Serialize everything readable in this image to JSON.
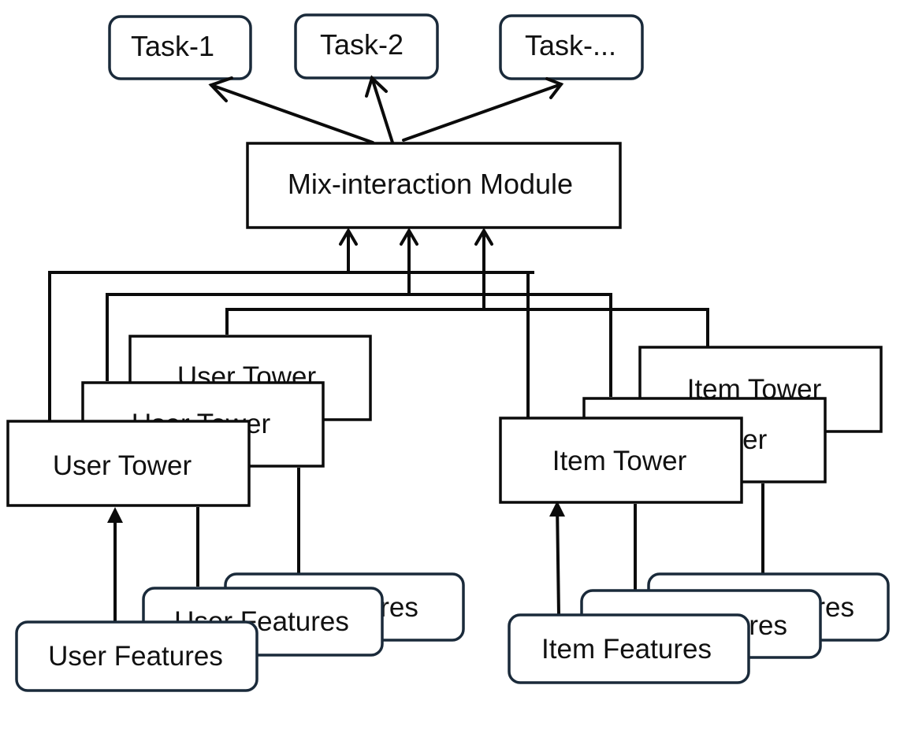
{
  "colors": {
    "stroke": "#0b0b0b",
    "task_border": "#1a2a3a",
    "background": "#ffffff"
  },
  "tasks": [
    {
      "label": "Task-1"
    },
    {
      "label": "Task-2"
    },
    {
      "label": "Task-..."
    }
  ],
  "mix_module": {
    "label": "Mix-interaction Module"
  },
  "user_towers": [
    {
      "label": "User Tower"
    },
    {
      "label": "User Tower"
    },
    {
      "label": "User Tower"
    }
  ],
  "item_towers": [
    {
      "label": "Item Tower"
    },
    {
      "label": "Item Tower"
    },
    {
      "label": "Item Tower"
    }
  ],
  "user_features": [
    {
      "label": "User Features"
    },
    {
      "label": "User Features"
    },
    {
      "label": "User Features"
    }
  ],
  "item_features": [
    {
      "label": "Item Features"
    },
    {
      "label": "Item Features"
    },
    {
      "label": "Item Features"
    }
  ]
}
